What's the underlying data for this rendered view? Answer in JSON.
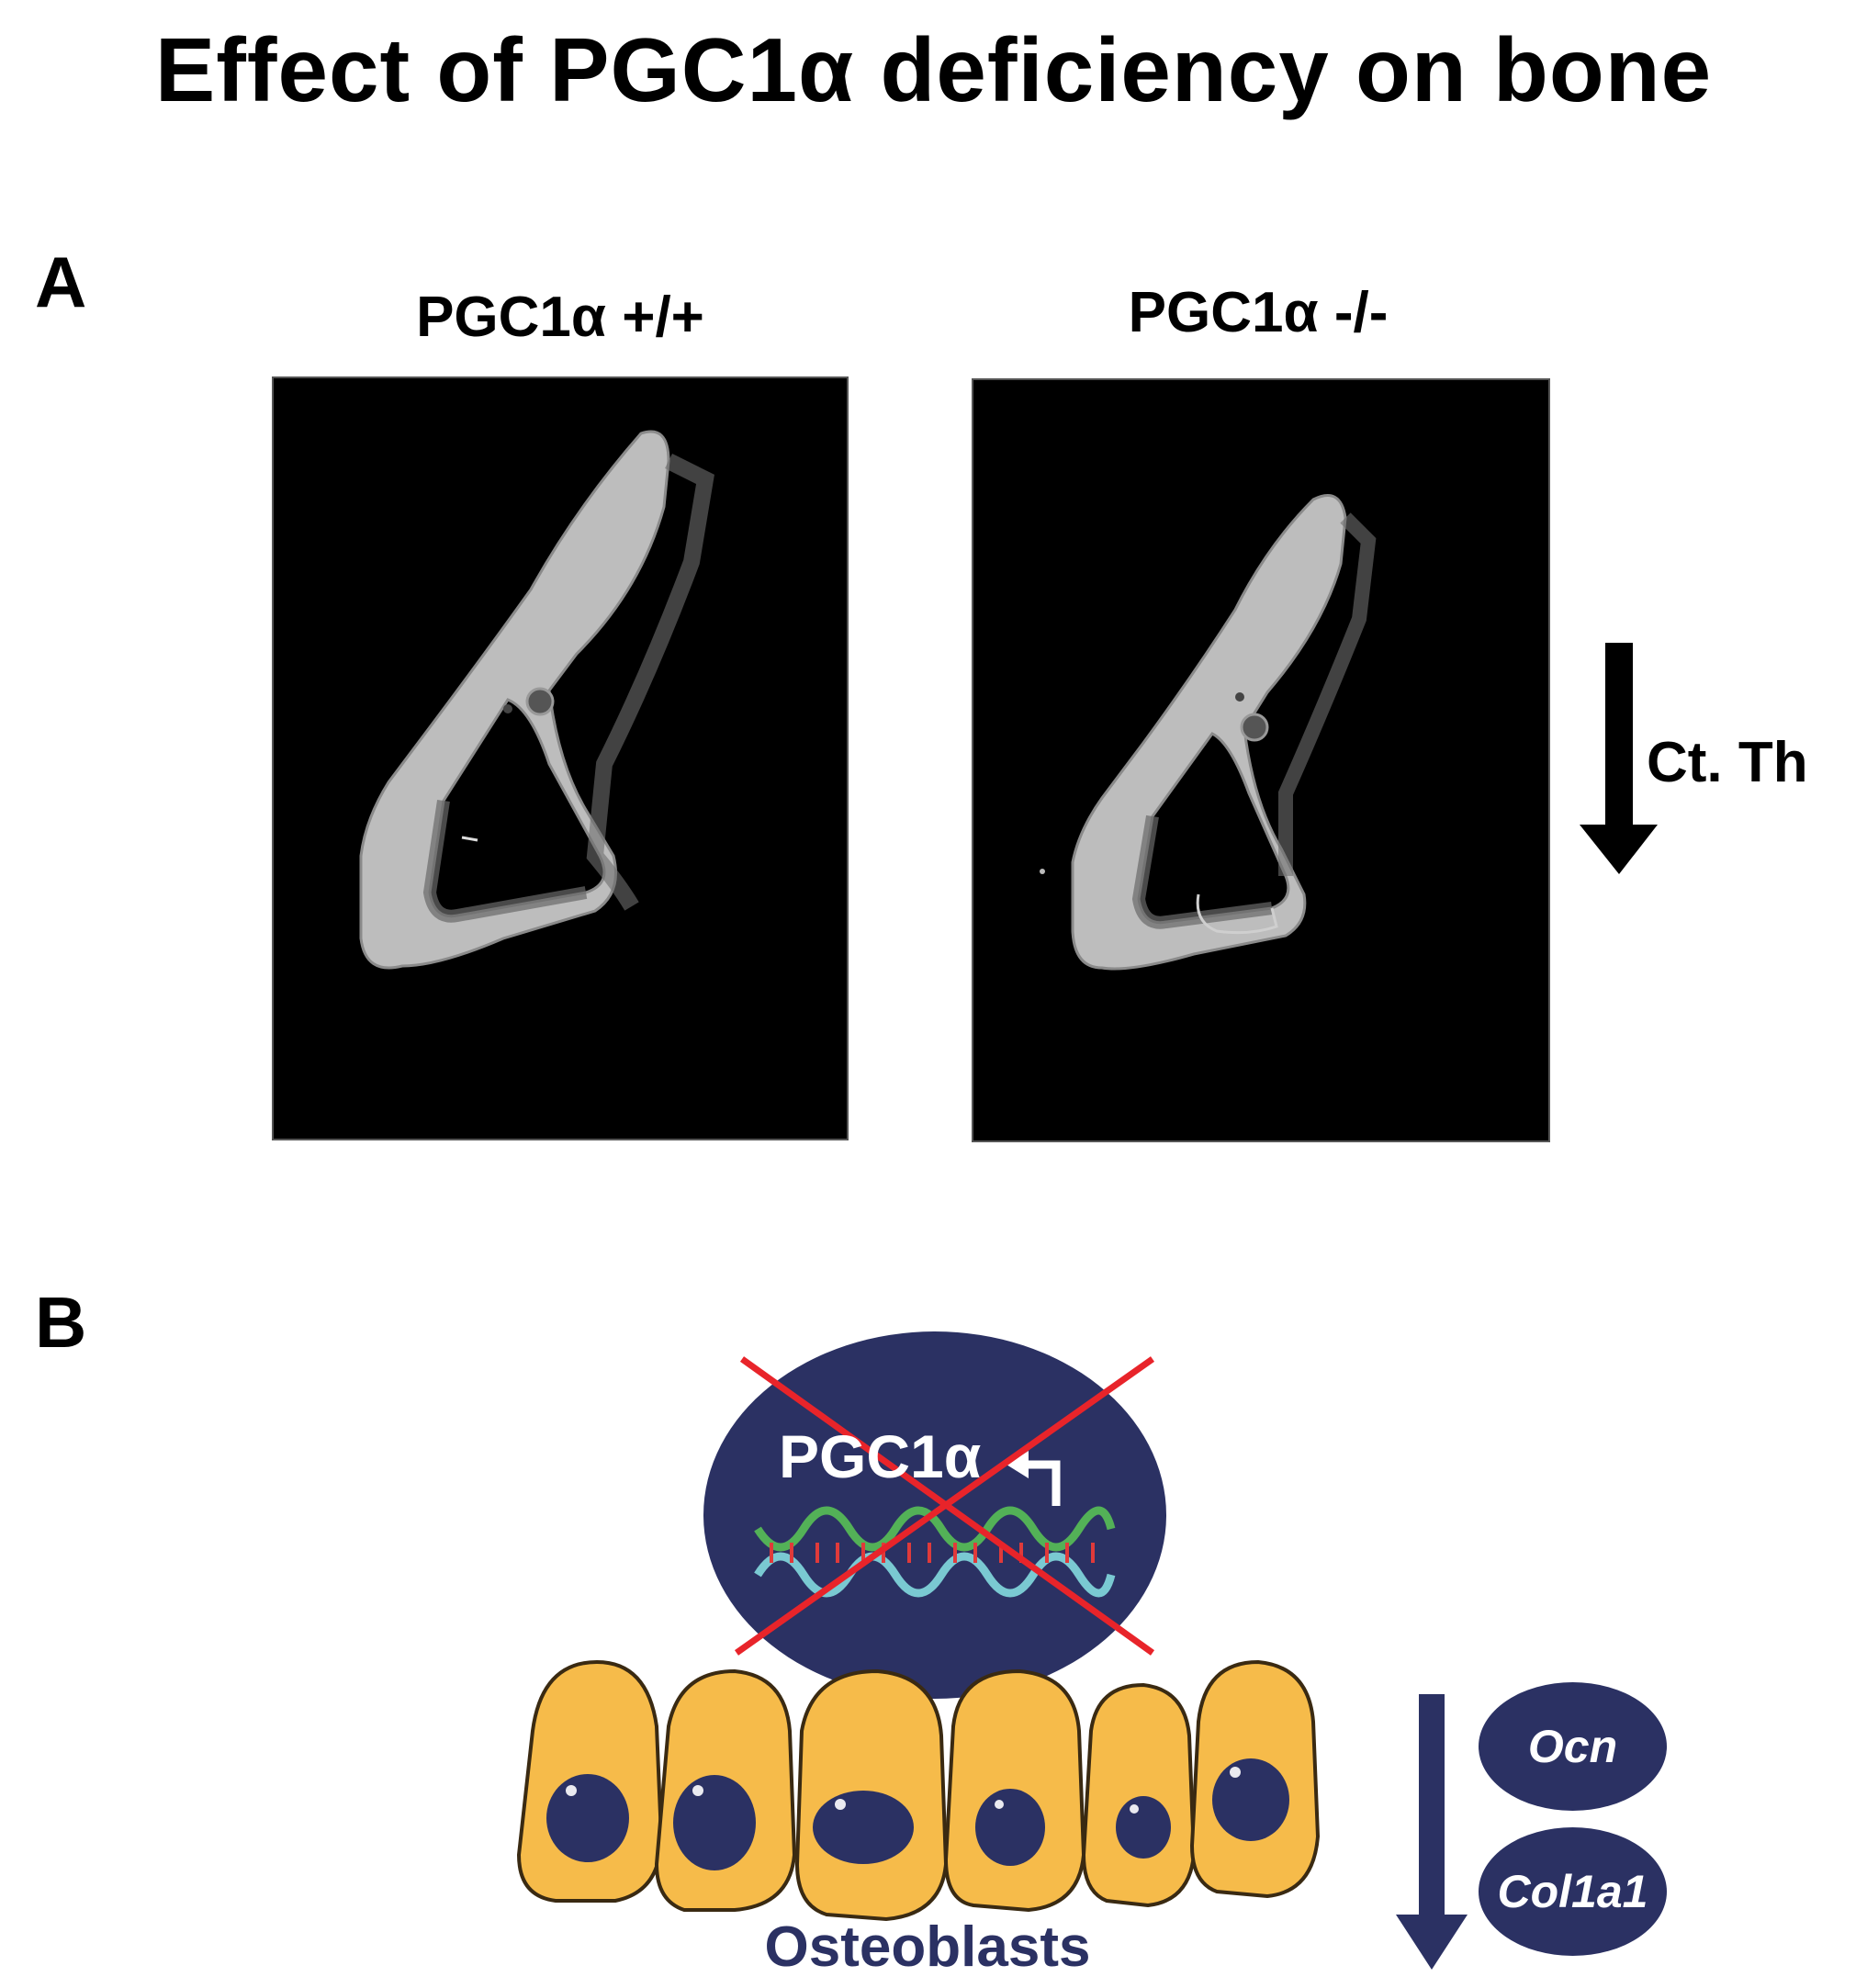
{
  "title": "Effect of PGC1α deficiency on bone",
  "panel_a": {
    "letter": "A",
    "wildtype_label": "PGC1α +/+",
    "knockout_label": "PGC1α -/-",
    "indicator_label": "Ct. Th"
  },
  "panel_b": {
    "letter": "B",
    "gene_label": "PGC1α",
    "cells_label": "Osteoblasts",
    "markers": [
      "Ocn",
      "Col1a1"
    ]
  },
  "colors": {
    "navy": "#2b3163",
    "cell_fill": "#f6bb4a",
    "cross": "#e8242a",
    "bone": "#bdbdbd"
  }
}
